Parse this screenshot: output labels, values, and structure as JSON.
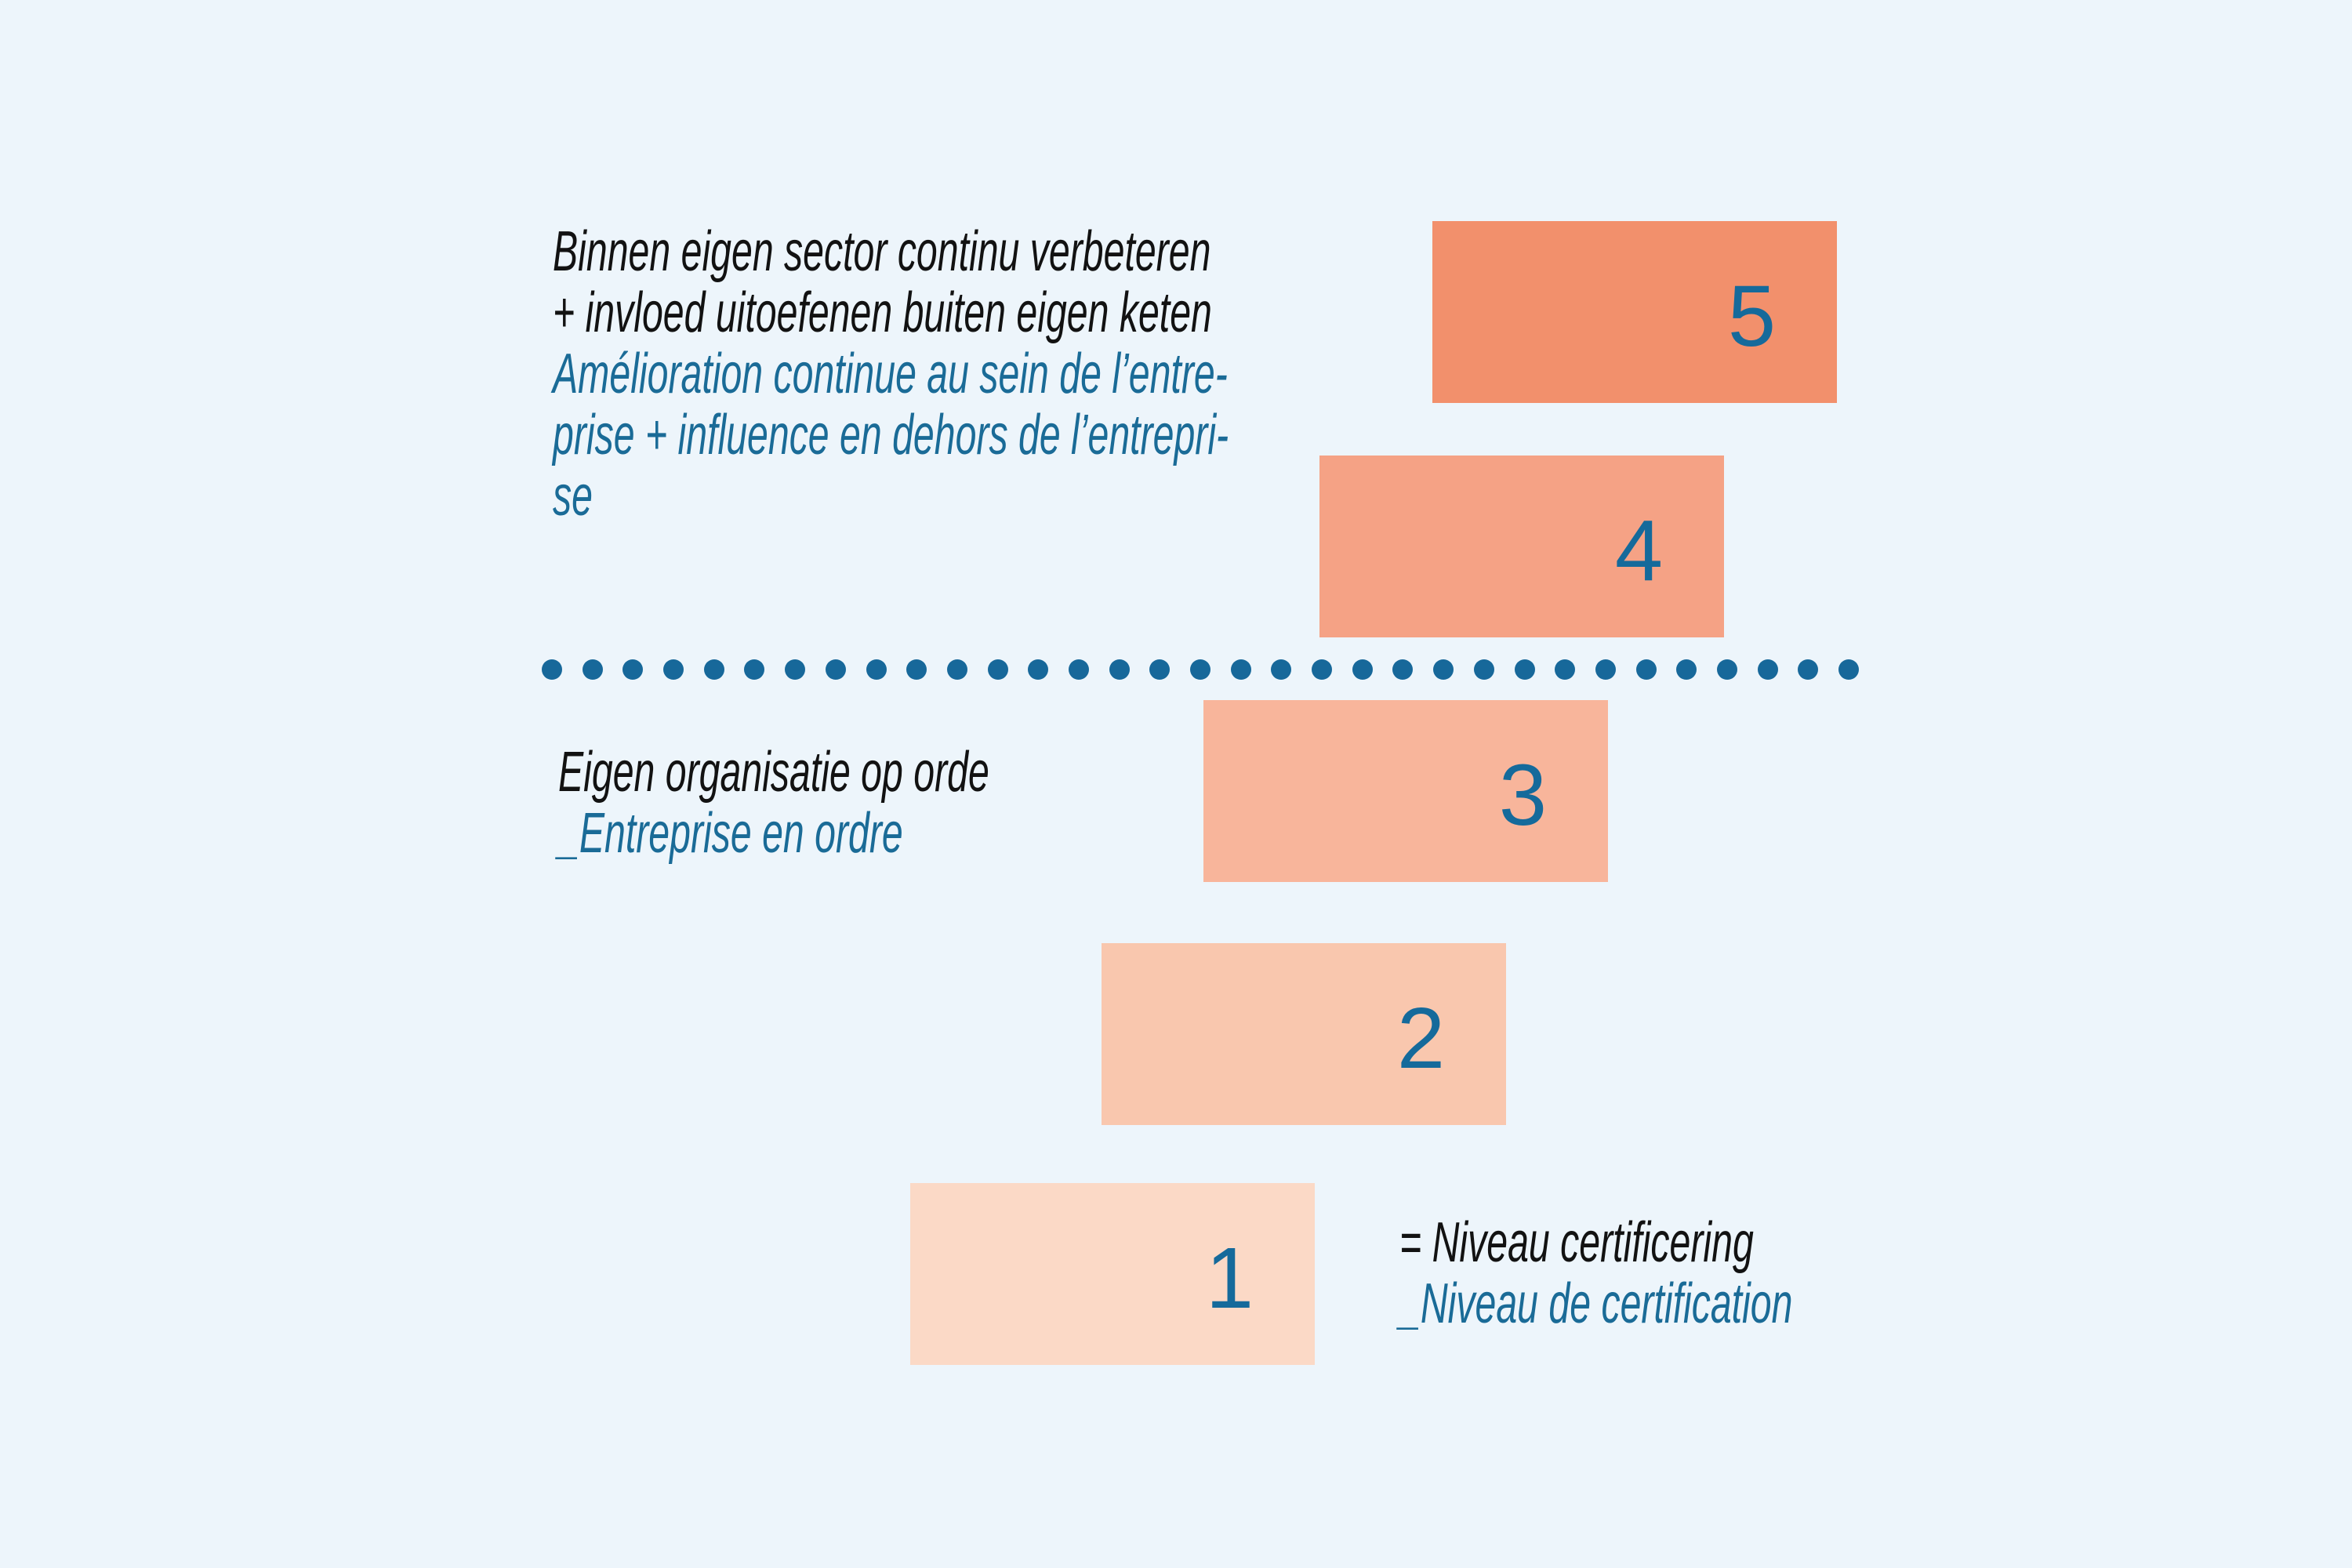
{
  "background": "#edf5fb",
  "palette": {
    "black_text": "#121212",
    "teal_text": "#1a6b97",
    "number_teal": "#156a9b",
    "dot_teal": "#17689a"
  },
  "top_text": {
    "nl_lines": [
      "Binnen eigen sector continu verbeteren",
      "+ invloed uitoefenen buiten eigen keten"
    ],
    "fr_lines": [
      "Amélioration continue au sein de l’entre-",
      "prise + influence en dehors de l’entrepri-",
      "se"
    ]
  },
  "middle_text": {
    "nl": "Eigen organisatie op orde",
    "fr": "_Entreprise en ordre"
  },
  "legend": {
    "nl": "= Niveau certificering",
    "fr": "_Niveau de certification"
  },
  "ladder": {
    "steps": [
      {
        "level": "1",
        "color": "#fbd9c6"
      },
      {
        "level": "2",
        "color": "#f9c7ae"
      },
      {
        "level": "3",
        "color": "#f8b59b"
      },
      {
        "level": "4",
        "color": "#f5a285"
      },
      {
        "level": "5",
        "color": "#f2906c"
      }
    ]
  },
  "dotted_line": {
    "count": 33,
    "color": "#17689a"
  }
}
